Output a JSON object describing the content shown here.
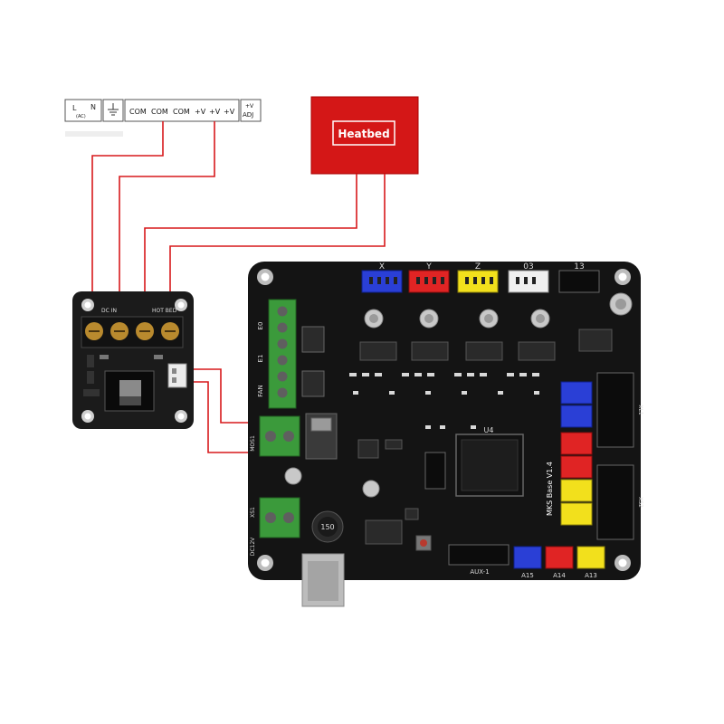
{
  "psu": {
    "term_l": "L",
    "term_n": "N",
    "term_ac": "(AC)",
    "term_com1": "COM",
    "term_com2": "COM",
    "term_com3": "COM",
    "term_v1": "+V",
    "term_v2": "+V",
    "term_v3": "+V",
    "adj_top": "+V",
    "adj_bottom": "ADJ"
  },
  "heatbed": {
    "label": "Heatbed"
  },
  "mosfet": {
    "dc_in": "DC IN",
    "hot_bed": "HOT BED"
  },
  "board": {
    "title": "MKS Base V1.4",
    "stepper_labels": [
      "X",
      "Y",
      "Z",
      "03",
      "13"
    ],
    "left_labels": [
      "E0",
      "E1",
      "FAN"
    ],
    "chip_label": "U4",
    "inductor_label": "150",
    "aux_label": "AUX-1",
    "analog_labels": [
      "A15",
      "A14",
      "A13"
    ],
    "power_labels": [
      "MOS1",
      "DC12V",
      "XS1"
    ],
    "right_headers": [
      "XL1",
      "XS2"
    ]
  },
  "colors": {
    "wire": "#d7191c",
    "heatbed_fill": "#d41717",
    "pcb": "#141414",
    "terminal_green": "#3b9a3b",
    "connector_blue": "#2a3fd6",
    "connector_red": "#e02424",
    "connector_yellow": "#f2e01c",
    "connector_white": "#f0f0f0"
  }
}
